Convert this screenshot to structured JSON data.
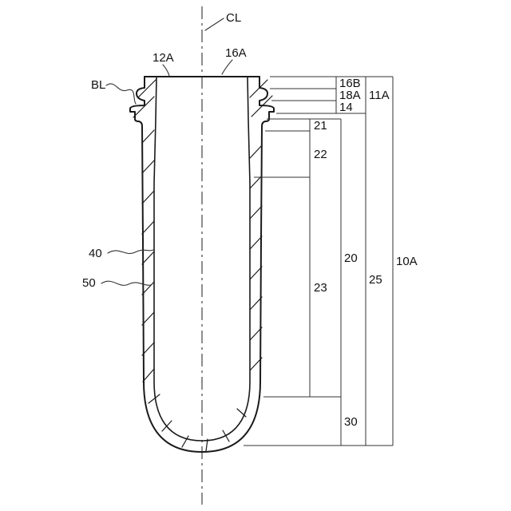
{
  "figure": {
    "kind": "patent-style cross-section diagram",
    "subject": "preform / container wall section with reference numerals and dimension brackets",
    "line_color": "#1a1a1a",
    "background": "#ffffff"
  },
  "labels": {
    "cl": "CL",
    "n12a": "12A",
    "n16a": "16A",
    "bl": "BL",
    "n40": "40",
    "n50": "50",
    "n16b": "16B",
    "n18a": "18A",
    "n14": "14",
    "n11a": "11A",
    "n21": "21",
    "n22": "22",
    "n20": "20",
    "n23": "23",
    "n25": "25",
    "n30": "30",
    "n10a": "10A"
  }
}
